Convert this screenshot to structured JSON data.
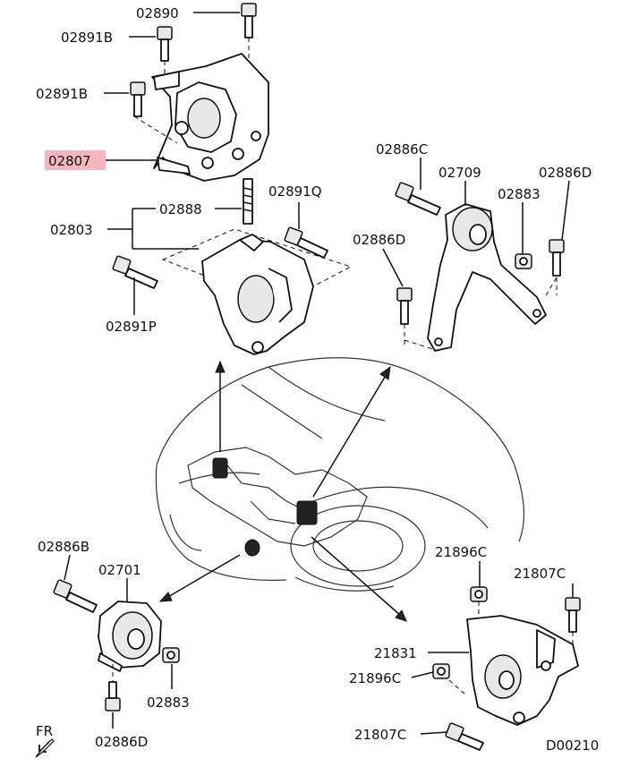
{
  "labels": {
    "p02890": "02890",
    "p02891b_a": "02891B",
    "p02891b_b": "02891B",
    "p02807": "02807",
    "p02888": "02888",
    "p02803": "02803",
    "p02891q": "02891Q",
    "p02891p": "02891P",
    "p02886c": "02886C",
    "p02709": "02709",
    "p02886d_a": "02886D",
    "p02883_a": "02883",
    "p02886d_b": "02886D",
    "p02886b": "02886B",
    "p02701": "02701",
    "p02883_b": "02883",
    "p02886d_c": "02886D",
    "p21896c_a": "21896C",
    "p21807c_a": "21807C",
    "p21831": "21831",
    "p21896c_b": "21896C",
    "p21807c_b": "21807C",
    "fr": "FR",
    "ref": "D00210"
  },
  "colors": {
    "highlight": "#f4b7bd",
    "ink": "#111111"
  },
  "icons": {
    "front_indicator": "arrow-down-left-icon"
  }
}
